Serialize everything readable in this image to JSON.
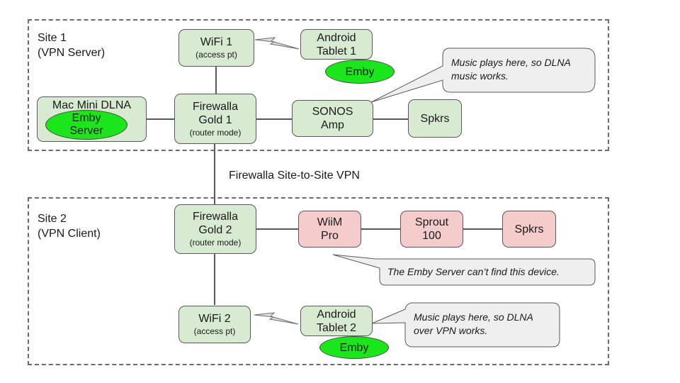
{
  "sites": [
    {
      "id": "site1",
      "label": "Site 1\n(VPN Server)"
    },
    {
      "id": "site2",
      "label": "Site 2\n(VPN Client)"
    }
  ],
  "vpn_link_label": "Firewalla Site-to-Site VPN",
  "nodes": {
    "wifi1": {
      "title": "WiFi 1",
      "subtitle": "(access pt)",
      "color": "green"
    },
    "tablet1": {
      "title": "Android",
      "title2": "Tablet 1",
      "color": "green",
      "app": "Emby"
    },
    "macmini": {
      "title": "Mac Mini DLNA",
      "app_line1": "Emby",
      "app_line2": "Server",
      "color": "green"
    },
    "fw1": {
      "title": "Firewalla",
      "title2": "Gold 1",
      "subtitle": "(router mode)",
      "color": "green"
    },
    "sonos": {
      "title": "SONOS",
      "title2": "Amp",
      "color": "green"
    },
    "spkrs1": {
      "title": "Spkrs",
      "color": "green"
    },
    "fw2": {
      "title": "Firewalla",
      "title2": "Gold 2",
      "subtitle": "(router mode)",
      "color": "green"
    },
    "wiim": {
      "title": "WiiM",
      "title2": "Pro",
      "color": "pink"
    },
    "sprout": {
      "title": "Sprout",
      "title2": "100",
      "color": "pink"
    },
    "spkrs2": {
      "title": "Spkrs",
      "color": "pink"
    },
    "wifi2": {
      "title": "WiFi 2",
      "subtitle": "(access pt)",
      "color": "green"
    },
    "tablet2": {
      "title": "Android",
      "title2": "Tablet 2",
      "color": "green",
      "app": "Emby"
    }
  },
  "callouts": {
    "sonos_note": {
      "line1": "Music plays here, so DLNA",
      "line2": "music works."
    },
    "wiim_note": {
      "line1": "The Emby Server can’t find this device."
    },
    "tablet2_note": {
      "line1": "Music plays here, so DLNA",
      "line2": "over VPN works."
    }
  },
  "colors": {
    "green_node": "#d9ead3",
    "pink_node": "#f4cccc",
    "emby_pill": "#1be61b",
    "callout_fill": "#efefef",
    "border": "#595959",
    "dashed_border": "#6b6b6b"
  }
}
